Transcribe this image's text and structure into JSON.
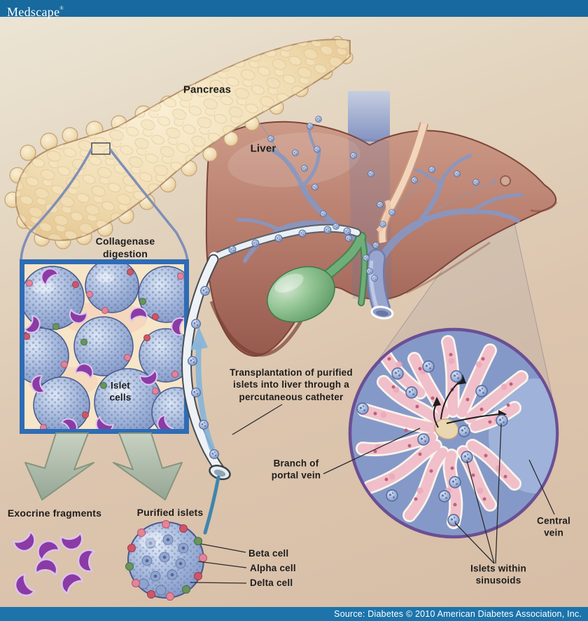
{
  "header": {
    "brand": "Medscape",
    "registered_mark": "®",
    "bar_color": "#17699e"
  },
  "footer": {
    "source_text": "Source: Diabetes © 2010 American Diabetes Association, Inc.",
    "bar_color": "#1c74ab"
  },
  "diagram": {
    "labels": {
      "pancreas": "Pancreas",
      "liver": "Liver",
      "collagenase": "Collagenase\ndigestion",
      "islet_cells": "Islet\ncells",
      "transplantation": "Transplantation of purified\nislets into liver through a\npercutaneous catheter",
      "branch_portal_vein": "Branch of\nportal vein",
      "exocrine_fragments": "Exocrine fragments",
      "purified_islets": "Purified islets",
      "beta_cell": "Beta cell",
      "alpha_cell": "Alpha cell",
      "delta_cell": "Delta cell",
      "central_vein": "Central\nvein",
      "islets_within_sinusoids": "Islets within sinusoids"
    },
    "colors": {
      "background_tan": "#dcc5ae",
      "pancreas_cream": "#f0dcb2",
      "liver_rose": "#b87e6e",
      "portal_vein_blue": "#8598c6",
      "gallbladder_green": "#8fc291",
      "islet_blue": "#9fb2d8",
      "exocrine_purple": "#8b3aa6",
      "box_border_blue": "#2e6cb6",
      "arrow_sage": "#a9b8a6",
      "inset_ring_purple": "#6b4f94",
      "hepatocyte_pink": "#f0bfca",
      "catheter_flow_teal": "#3e86ae"
    }
  }
}
